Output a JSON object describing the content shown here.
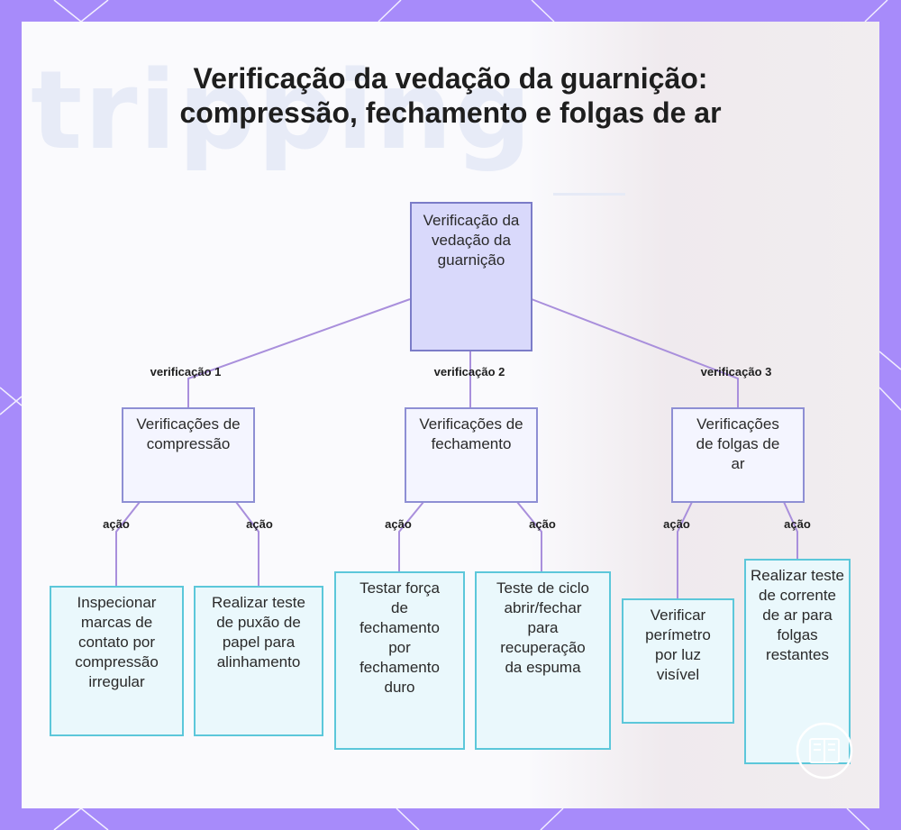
{
  "title": "Verificação da vedação da guarnição: compressão, fechamento e folgas de ar",
  "background_word": "tripping",
  "colors": {
    "frame": "#a78bfa",
    "root_fill": "#d9d9fb",
    "root_border": "#7b7cc8",
    "category_fill": "#f4f5ff",
    "category_border": "#8e8fd4",
    "leaf_fill": "#eaf8fc",
    "leaf_border": "#5cc7da",
    "edge": "#a98fdc"
  },
  "nodes": {
    "root": {
      "label": "Verificação da vedação da guarnição"
    },
    "compressao": {
      "label": "Verificações de compressão"
    },
    "fechamento": {
      "label": "Verificações de fechamento"
    },
    "folgas": {
      "label": "Verificações de folgas de ar"
    },
    "inspecionar": {
      "label": "Inspecionar marcas de contato por compressão irregular"
    },
    "papel": {
      "label": "Realizar teste de puxão de papel para alinhamento"
    },
    "forca": {
      "label": "Testar força de fechamento por fechamento duro"
    },
    "ciclo": {
      "label": "Teste de ciclo abrir/fechar para recuperação da espuma"
    },
    "perimetro": {
      "label": "Verificar perímetro por luz visível"
    },
    "corrente": {
      "label": "Realizar teste de corrente de ar para folgas restantes"
    }
  },
  "edge_labels": {
    "check1": "verificação 1",
    "check2": "verificação 2",
    "check3": "verificação 3",
    "action": "ação"
  },
  "logo": {
    "icon": "book-circle-icon"
  }
}
